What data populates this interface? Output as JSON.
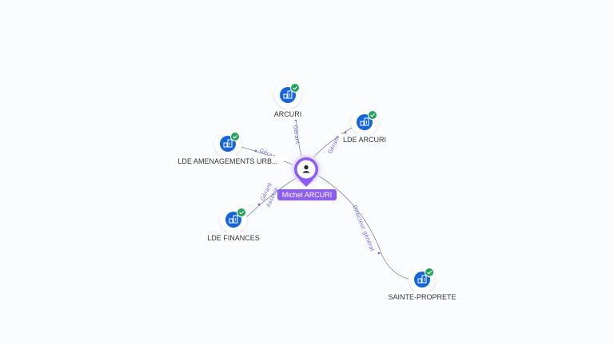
{
  "person": {
    "name": "Michel ARCURI",
    "icon": "person-icon",
    "accent": "#8b5cf6"
  },
  "companies": [
    {
      "id": "arcuri",
      "label": "ARCURI",
      "icon": "company-building-icon",
      "status": "verified-check-icon"
    },
    {
      "id": "lde-arcuri",
      "label": "LDE ARCURI",
      "icon": "company-building-icon",
      "status": "verified-check-icon"
    },
    {
      "id": "lde-amenagements",
      "label": "LDE AMENAGEMENTS URB...",
      "icon": "company-building-icon",
      "status": "verified-check-icon"
    },
    {
      "id": "lde-finances",
      "label": "LDE FINANCES",
      "icon": "company-building-icon",
      "status": "verified-check-icon"
    },
    {
      "id": "sainte-proprete",
      "label": "SAINTE-PROPRETE",
      "icon": "company-building-icon",
      "status": "verified-check-icon"
    }
  ],
  "edges": [
    {
      "to": "arcuri",
      "label": "Gérant"
    },
    {
      "to": "lde-arcuri",
      "label": "Gérant"
    },
    {
      "to": "lde-amenagements",
      "label": "Gérant"
    },
    {
      "to": "lde-finances",
      "label": "Gérant"
    },
    {
      "to": "lde-finances",
      "label": "Associé"
    },
    {
      "to": "sainte-proprete",
      "label": "Directeur général"
    }
  ],
  "colors": {
    "company_blue": "#1565d8",
    "check_green": "#22a35a",
    "edge_line": "#7e879a",
    "edge_label": "#6b6fd8"
  }
}
